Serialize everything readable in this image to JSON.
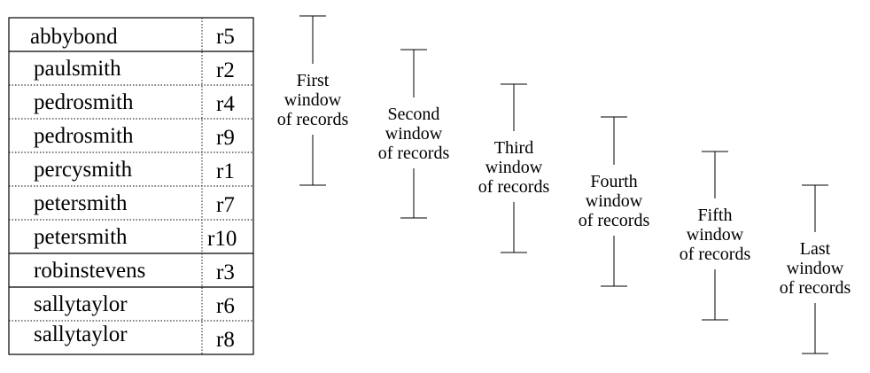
{
  "table": {
    "rows": [
      {
        "name": "abbybond",
        "id": "r5"
      },
      {
        "name": "paulsmith",
        "id": "r2"
      },
      {
        "name": "pedrosmith",
        "id": "r4"
      },
      {
        "name": "pedrosmith",
        "id": "r9"
      },
      {
        "name": "percysmith",
        "id": "r1"
      },
      {
        "name": "petersmith",
        "id": "r7"
      },
      {
        "name": "petersmith",
        "id": "r10"
      },
      {
        "name": "robinstevens",
        "id": "r3"
      },
      {
        "name": "sallytaylor",
        "id": "r6"
      },
      {
        "name": "sallytaylor",
        "id": "r8"
      }
    ]
  },
  "windows": [
    {
      "lines": [
        "First",
        "window",
        "of records"
      ]
    },
    {
      "lines": [
        "Second",
        "window",
        "of records"
      ]
    },
    {
      "lines": [
        "Third",
        "window",
        "of records"
      ]
    },
    {
      "lines": [
        "Fourth",
        "window",
        "of records"
      ]
    },
    {
      "lines": [
        "Fifth",
        "window",
        "of records"
      ]
    },
    {
      "lines": [
        "Last",
        "window",
        "of records"
      ]
    }
  ]
}
